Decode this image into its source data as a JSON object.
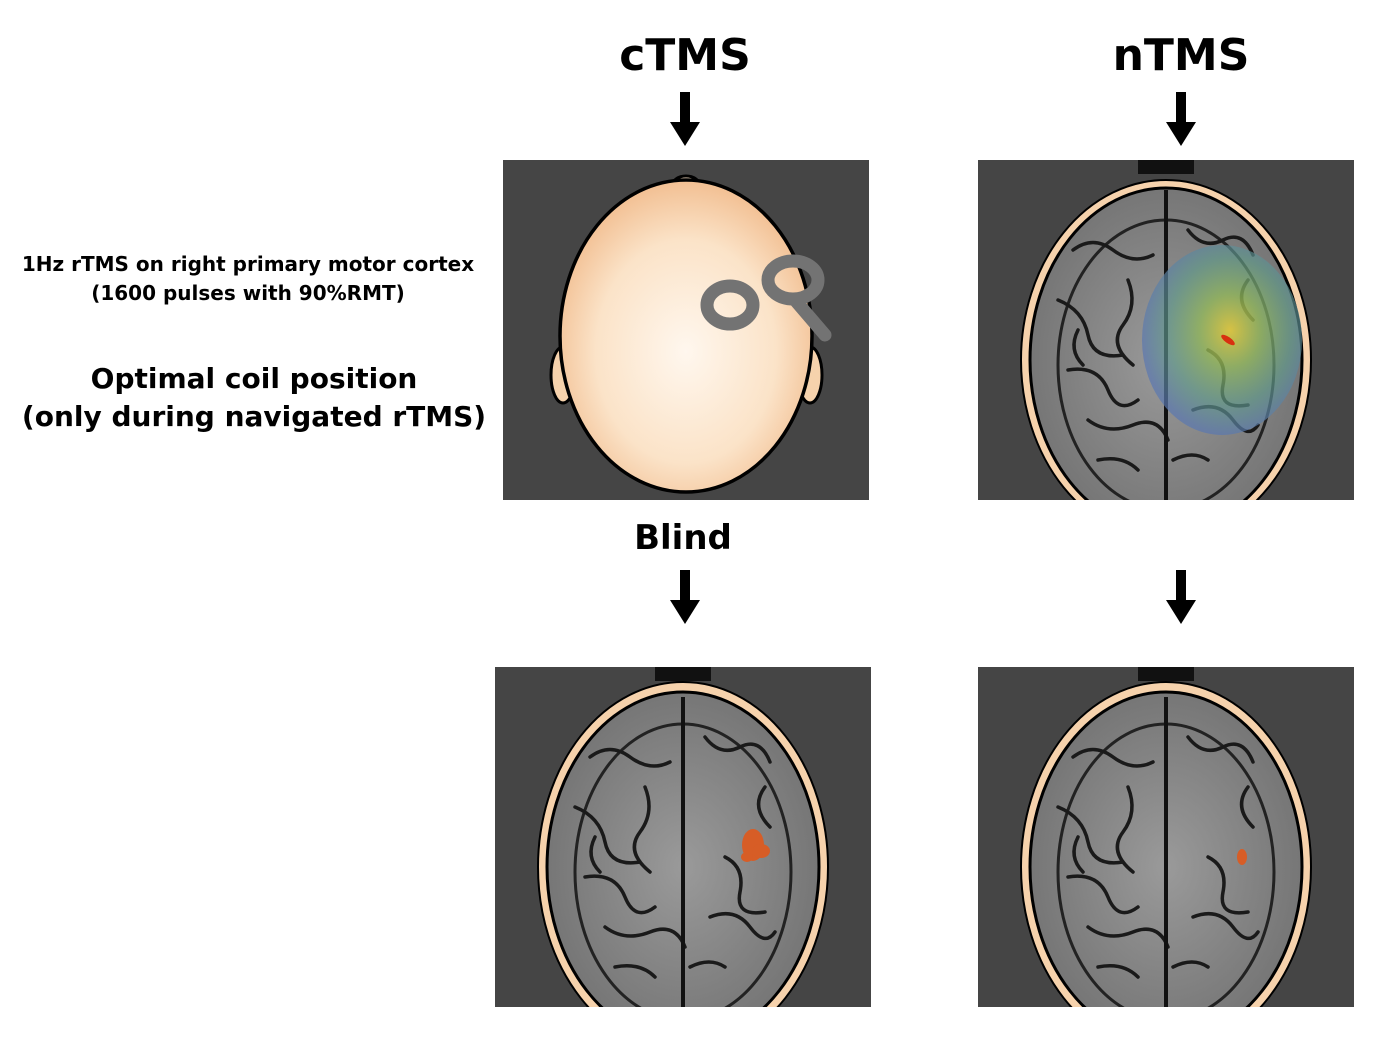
{
  "columns": {
    "ctms_label": "cTMS",
    "ntms_label": "nTMS"
  },
  "side_text": {
    "protocol_line1": "1Hz rTMS on right primary motor cortex",
    "protocol_line2": "(1600 pulses with 90%RMT)",
    "optimal_line1": "Optimal coil position",
    "optimal_line2": "(only during navigated rTMS)"
  },
  "blind_label": "Blind",
  "colors": {
    "panel_bg": "#454545",
    "skin": "#f6d2ac",
    "coil": "#737373",
    "activation": "#e0591c",
    "heat_center": "#d8b43c",
    "heat_mid": "#6aa07a",
    "heat_outer": "#5a78b0"
  }
}
